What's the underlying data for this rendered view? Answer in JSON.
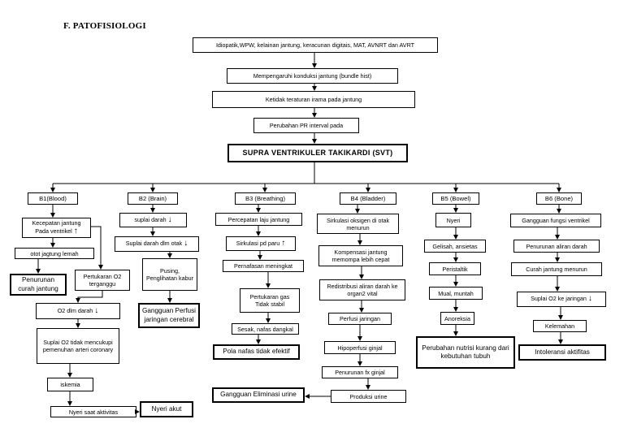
{
  "heading": "F. PATOFISIOLOGI",
  "top": {
    "cause": "Idiopatik,WPW, kelainan jantung, keracunan digitais, MAT, AVNRT dan AVRT",
    "conduction": "Mempengaruhi konduksi jantung (bundle hist)",
    "rhythm": "Ketidak teraturan irama pada jantung",
    "pr": "Perubahan PR interval pada",
    "svt": "SUPRA VENTRIKULER TAKIKARDI  (SVT)"
  },
  "b1": {
    "title": "B1(Blood)",
    "speed": "Kecepatan jantung Pada ventrikel",
    "weak": "otot jagtung lemah",
    "cardiac_output": "Penurunan curah jantung",
    "o2_exchange": "Pertukaran O2 terganggu",
    "o2_blood": "O2 dlm darah",
    "o2_supply": "Suplai O2 tidak mencukupi pemenuhan arteri coronary",
    "ischemia": "iskemia",
    "activity_pain": "Nyeri saat aktivitas",
    "acute_pain": "Nyeri akut"
  },
  "b2": {
    "title": "B2 (Brain)",
    "blood": "suplai darah",
    "brain_blood": "Suplai darah dlm otak",
    "dizzy": "Pusing, Penglihatan kabur",
    "perfusion": "Gangguan Perfusi jaringan cerebral"
  },
  "b3": {
    "title": "B3 (Breathing)",
    "heart_rate": "Percepatan laju jantung",
    "lung_circ": "Sirkulasi pd paru",
    "resp_up": "Pernafasan meningkat",
    "gas": "Pertukaran gas Tidak stabil",
    "dyspnea": "Sesak, nafas dangkal",
    "pattern": "Pola nafas tidak efektif"
  },
  "b4": {
    "title": "B4 (Bladder)",
    "o2_circ": "Sirkulasi oksigen di otak menurun",
    "compensation": "Kompensasi jantung memompa lebih cepat",
    "redistribution": "Redistribusi aliran darah ke organ2 vital",
    "tissue_perf": "Perfusi jaringan",
    "kidney_hypo": "Hipoperfusi ginjal",
    "kidney_down": "Penurunan fx ginjal",
    "urine_prod": "Produksi urine",
    "elimination": "Gangguan Eliminasi urine"
  },
  "b5": {
    "title": "B5 (Bowel)",
    "pain": "Nyeri",
    "anxiety": "Gelisah, ansietas",
    "peristaltic": "Peristaltik",
    "nausea": "Mual, muntah",
    "anorexia": "Anoreksia",
    "nutrition": "Perubahan nutrisi kurang dari kebutuhan tubuh"
  },
  "b6": {
    "title": "B6 (Bone)",
    "ventricle": "Gangguan fungsi ventrikel",
    "flow_down": "Penurunan aliran darah",
    "output_down": "Curah jantung  menurun",
    "o2_tissue": "Suplai O2 ke jaringan",
    "weakness": "Kelemahan",
    "intolerance": "Intoleransi aktifitas"
  }
}
